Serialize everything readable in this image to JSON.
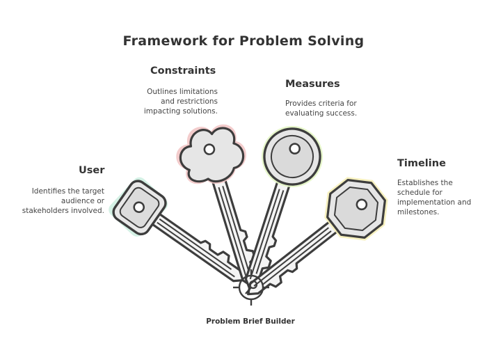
{
  "title": "Framework for Problem Solving",
  "sections": {
    "constraints": {
      "heading": "Constraints",
      "lines": [
        "Outlines limitations",
        "and restrictions",
        "impacting solutions."
      ],
      "color": "#f2c7c7"
    },
    "measures": {
      "heading": "Measures",
      "lines": [
        "Provides criteria for",
        "evaluating success."
      ],
      "color": "#e3f5c4"
    },
    "user": {
      "heading": "User",
      "lines": [
        "Identifies the target",
        "audience or",
        "stakeholders involved."
      ],
      "color": "#cdeee0"
    },
    "timeline": {
      "heading": "Timeline",
      "lines": [
        "Establishes the",
        "schedule for",
        "implementation and",
        "milestones."
      ],
      "color": "#f6f0b8"
    }
  },
  "center_label": "Problem Brief Builder",
  "center_icon": "target-key-icon",
  "stroke_color": "#3d3d3d"
}
